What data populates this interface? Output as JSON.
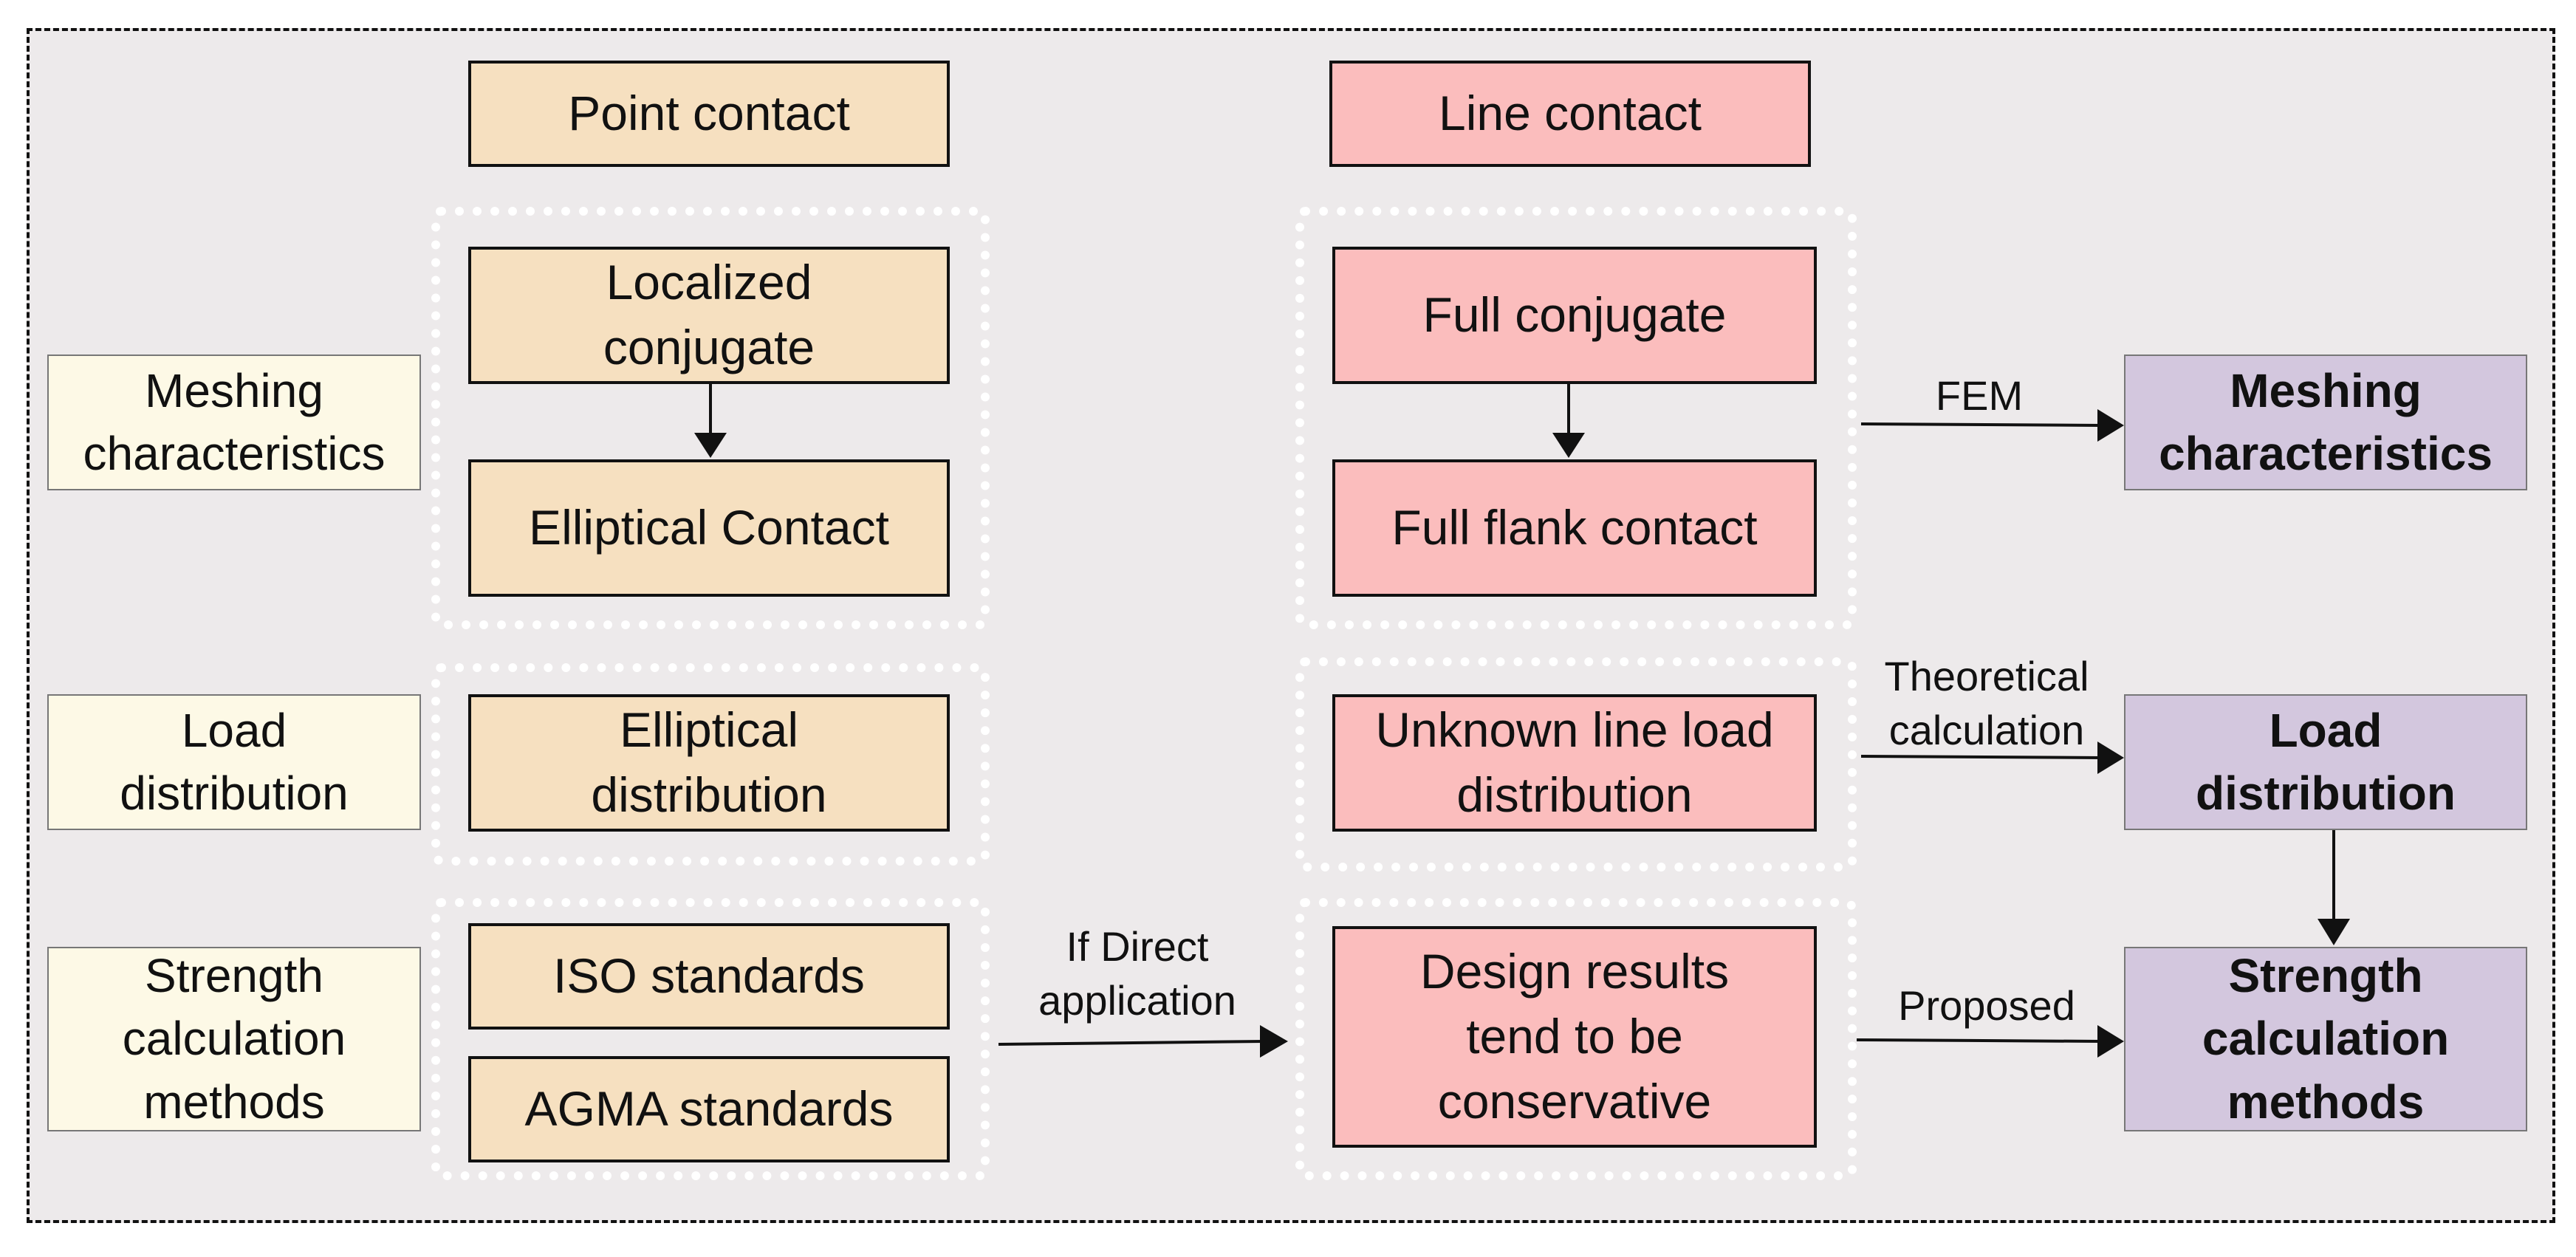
{
  "point_header": "Point contact",
  "line_header": "Line contact",
  "row_labels": {
    "meshing": "Meshing\ncharacteristics",
    "load": "Load\ndistribution",
    "strength": "Strength\ncalculation\nmethods"
  },
  "point_boxes": {
    "localized": "Localized\nconjugate",
    "elliptical_contact": "Elliptical Contact",
    "elliptical_distribution": "Elliptical\ndistribution",
    "iso": "ISO standards",
    "agma": "AGMA standards"
  },
  "line_boxes": {
    "full_conjugate": "Full conjugate",
    "full_flank": "Full flank contact",
    "unknown_load": "Unknown line load\ndistribution",
    "design_results": "Design results\ntend to be\nconservative"
  },
  "result_boxes": {
    "meshing": "Meshing\ncharacteristics",
    "load": "Load\ndistribution",
    "strength": "Strength\ncalculation\nmethods"
  },
  "arrow_labels": {
    "fem": "FEM",
    "theoretical": "Theoretical\ncalculation",
    "proposed": "Proposed",
    "if_direct": "If Direct\napplication"
  }
}
